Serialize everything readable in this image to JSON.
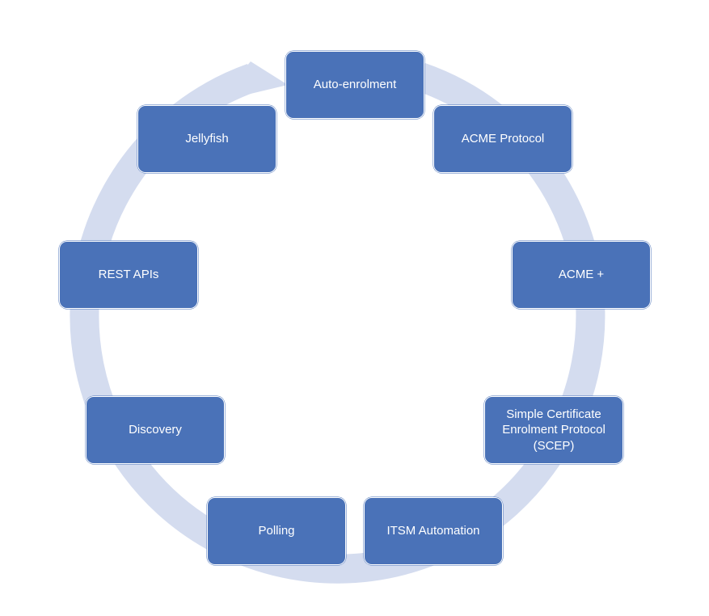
{
  "diagram": {
    "ring_color": "#d4dcef",
    "node_fill": "#4a72b8",
    "node_text_color": "#ffffff",
    "nodes": [
      {
        "id": "auto-enrolment",
        "label": "Auto-enrolment"
      },
      {
        "id": "acme-protocol",
        "label": "ACME Protocol"
      },
      {
        "id": "acme-plus",
        "label": "ACME +"
      },
      {
        "id": "scep",
        "label": "Simple Certificate\nEnrolment Protocol\n(SCEP)"
      },
      {
        "id": "itsm-automation",
        "label": "ITSM Automation"
      },
      {
        "id": "polling",
        "label": "Polling"
      },
      {
        "id": "discovery",
        "label": "Discovery"
      },
      {
        "id": "rest-apis",
        "label": "REST APIs"
      },
      {
        "id": "jellyfish",
        "label": "Jellyfish"
      }
    ]
  }
}
